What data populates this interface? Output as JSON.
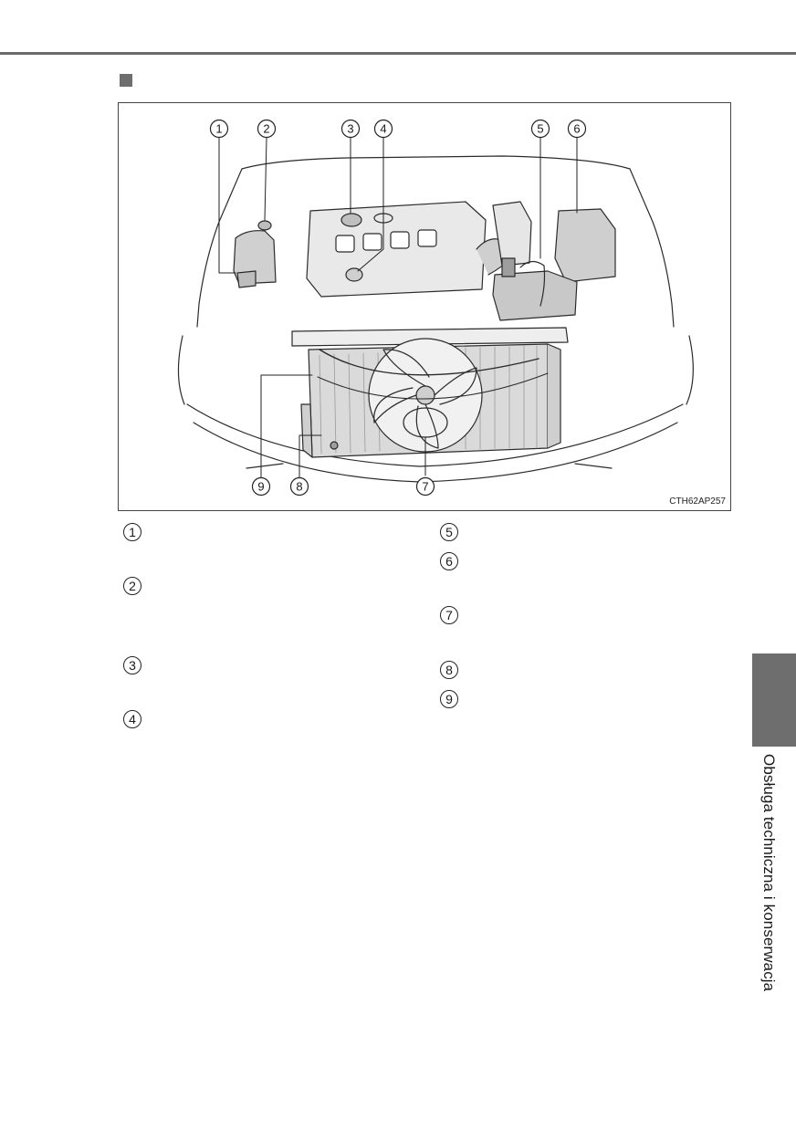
{
  "figure": {
    "code": "CTH62AP257",
    "callouts": [
      "1",
      "2",
      "3",
      "4",
      "5",
      "6",
      "7",
      "8",
      "9"
    ]
  },
  "legend": [
    {
      "num": "1",
      "text": ""
    },
    {
      "num": "2",
      "text": ""
    },
    {
      "num": "3",
      "text": ""
    },
    {
      "num": "4",
      "text": ""
    },
    {
      "num": "5",
      "text": ""
    },
    {
      "num": "6",
      "text": ""
    },
    {
      "num": "7",
      "text": ""
    },
    {
      "num": "8",
      "text": ""
    },
    {
      "num": "9",
      "text": ""
    }
  ],
  "sidebar": {
    "section_title": "Obsługa techniczna i konserwacja"
  }
}
